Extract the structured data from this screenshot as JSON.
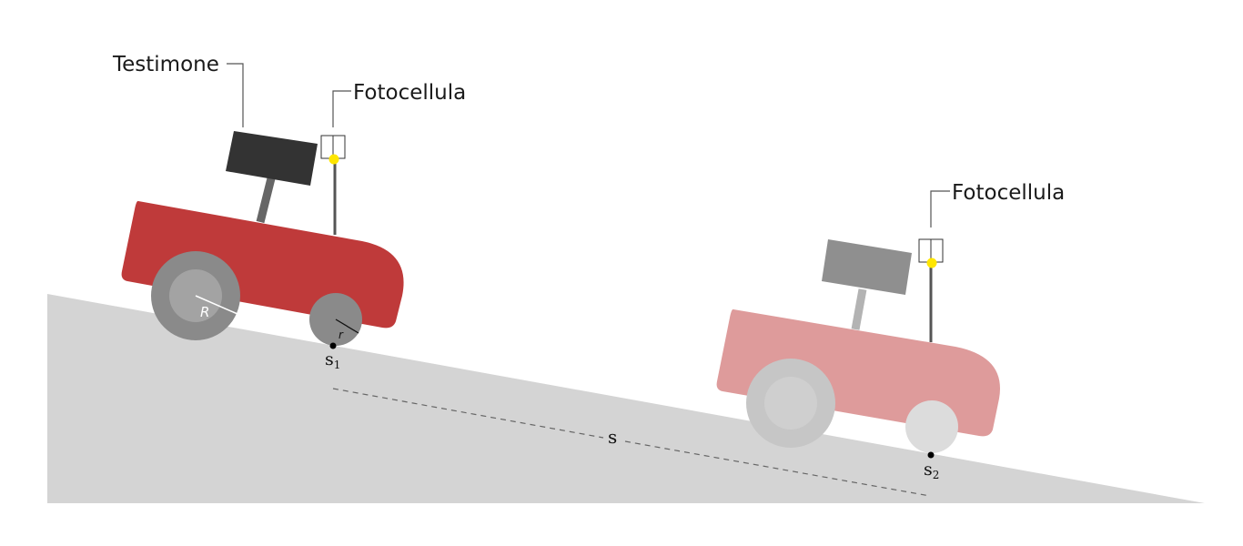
{
  "labels": {
    "testimone": "Testimone",
    "fotocellula_1": "Fotocellula",
    "fotocellula_2": "Fotocellula",
    "radius_big": "R",
    "radius_small": "r",
    "position_1": "s",
    "position_1_sub": "1",
    "position_2": "s",
    "position_2_sub": "2",
    "distance": "s"
  },
  "colors": {
    "ramp": "#d4d4d4",
    "car_body": "#bf3a3a",
    "car_body_faded": "#de9b9b",
    "wheel": "#8a8a8a",
    "wheel_faded": "#cccccc",
    "flag": "#333333",
    "flag_faded": "#8f8f8f",
    "sensor_dot": "#ffe600"
  },
  "icons": [
    "photocell-sensor-icon",
    "marker-flag-icon"
  ]
}
